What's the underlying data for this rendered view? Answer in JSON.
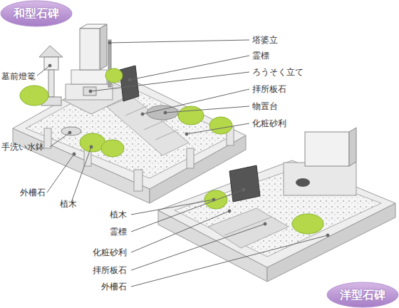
{
  "diagram": {
    "nodes": [
      {
        "text": [
          "和型石碑"
        ]
      },
      {
        "text": [
          "洋型石碑"
        ]
      }
    ],
    "labels": [
      "塔婆立",
      "霊標",
      "ろうそく立て",
      "拝所板石",
      "物置台",
      "化粧砂利",
      "墓前燈篭",
      "手洗い水鉢",
      "外柵石",
      "植木",
      "植木",
      "霊標",
      "化粧砂利",
      "拝所板石",
      "外柵石"
    ]
  }
}
